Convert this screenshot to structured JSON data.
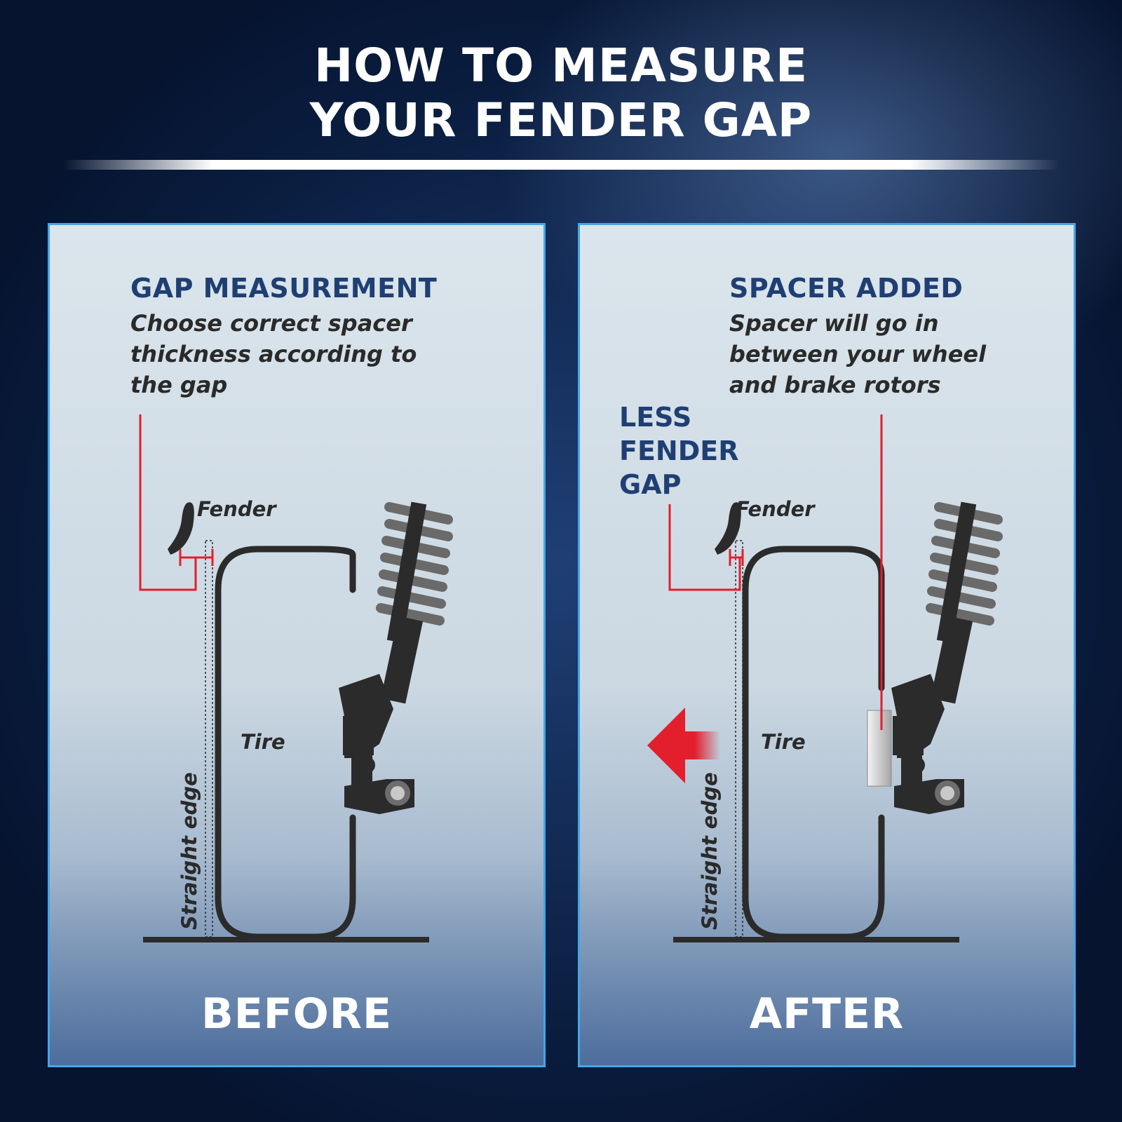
{
  "title": {
    "line1": "HOW TO MEASURE",
    "line2": "YOUR FENDER GAP"
  },
  "before": {
    "heading": "GAP MEASUREMENT",
    "description": "Choose correct spacer thickness according to the gap",
    "fender_label": "Fender",
    "tire_label": "Tire",
    "straight_edge_label": "Straight edge",
    "state_label": "BEFORE"
  },
  "after": {
    "heading": "SPACER ADDED",
    "description": "Spacer will go in between your wheel and brake rotors",
    "callout": "LESS FENDER GAP",
    "fender_label": "Fender",
    "tire_label": "Tire",
    "straight_edge_label": "Straight edge",
    "state_label": "AFTER"
  },
  "colors": {
    "heading": "#1f3f73",
    "measure_line": "#e31e2d",
    "panel_border": "#43a7e6",
    "arrow": "#e31e2d"
  }
}
